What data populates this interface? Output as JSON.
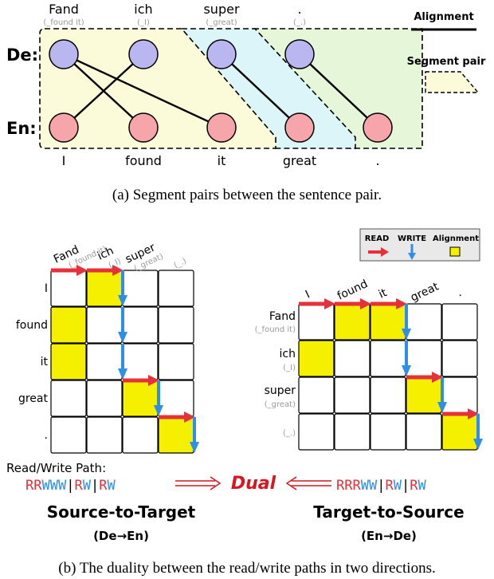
{
  "top": {
    "de_label": "De:",
    "en_label": "En:",
    "de_words": [
      {
        "word": "Fand",
        "gloss": "(_found it)"
      },
      {
        "word": "ich",
        "gloss": "(_I)"
      },
      {
        "word": "super",
        "gloss": "(_great)"
      },
      {
        "word": ".",
        "gloss": "(_.)"
      }
    ],
    "en_words": [
      "I",
      "found",
      "it",
      "great",
      "."
    ],
    "legend_alignment": "Alignment",
    "legend_segment_pair": "Segment pair",
    "caption": "(a)  Segment pairs between the sentence pair.",
    "colors": {
      "de_node": "#b9b6f0",
      "en_node": "#f6a6ab",
      "seg1": "#fcfbd9",
      "seg2": "#dbf5f8",
      "seg3": "#e6f7d9"
    }
  },
  "bottom": {
    "legend": {
      "read": "READ",
      "write": "WRITE",
      "alignment": "Alignment"
    },
    "left_grid": {
      "col_labels": [
        {
          "word": "Fand",
          "gloss": "(_found it)"
        },
        {
          "word": "ich",
          "gloss": "(_I)"
        },
        {
          "word": "super",
          "gloss": "(_great)"
        },
        {
          "word": "",
          "gloss": "(_.)"
        }
      ],
      "row_labels": [
        "I",
        "found",
        "it",
        "great",
        "."
      ]
    },
    "right_grid": {
      "col_labels": [
        "I",
        "found",
        "it",
        "great",
        "."
      ],
      "row_labels": [
        {
          "word": "Fand",
          "gloss": "(_found it)"
        },
        {
          "word": "ich",
          "gloss": "(_I)"
        },
        {
          "word": "super",
          "gloss": "(_great)"
        },
        {
          "word": "",
          "gloss": "(_.)"
        }
      ]
    },
    "path_title": "Read/Write Path:",
    "left_path": [
      "RRWWW",
      "RW",
      "RW"
    ],
    "right_path": [
      "RRRWW",
      "RW",
      "RW"
    ],
    "dual": "Dual",
    "left_dir_title": "Source-to-Target",
    "left_dir_sub": [
      "(De",
      "En)"
    ],
    "right_dir_title": "Target-to-Source",
    "right_dir_sub": [
      "(En",
      "De)"
    ],
    "caption": "(b)  The duality between the read/write paths in two directions.",
    "colors": {
      "read": "#e8303a",
      "write": "#2f8fe6",
      "align": "#f5ef00",
      "dual": "#d7171f"
    }
  }
}
